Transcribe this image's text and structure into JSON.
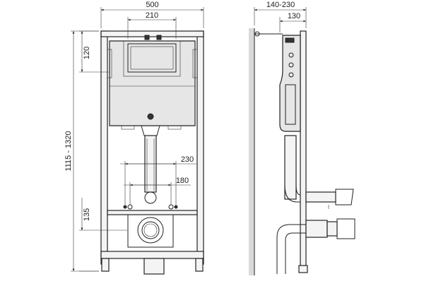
{
  "front_view": {
    "dims": {
      "total_width": "500",
      "tank_width": "210",
      "top_offset": "120",
      "height_range": "1115 - 1320",
      "outlet_height": "135",
      "bolt_spacing_outer": "230",
      "bolt_spacing_inner": "180"
    }
  },
  "side_view": {
    "dims": {
      "depth_range": "140-230",
      "depth_fixed": "130"
    }
  },
  "colors": {
    "line": "#222222",
    "fill_light": "#f4f4f4",
    "fill_tank": "#e6e6e6",
    "wall": "#d9d9d9"
  }
}
